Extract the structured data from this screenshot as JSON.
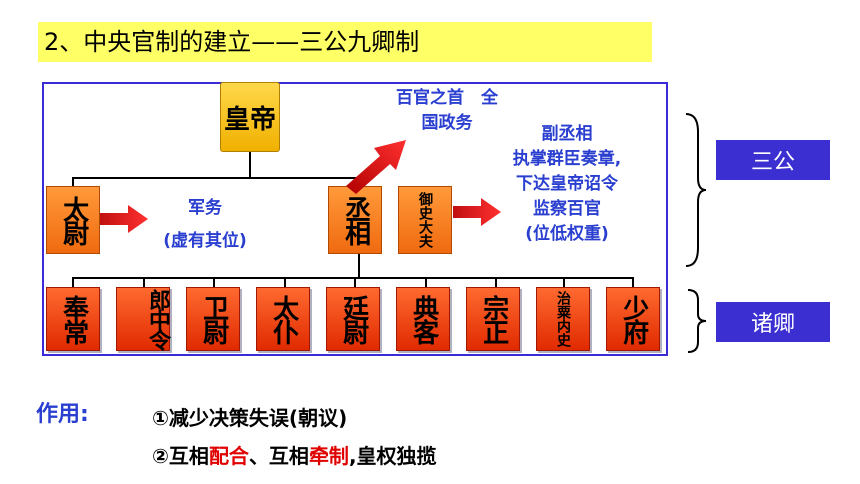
{
  "title": "2、中央官制的建立——三公九卿制",
  "emperor": "皇帝",
  "sangong": {
    "taiwei": "太尉",
    "chengxiang": "丞相",
    "yushidafu": "御史大夫"
  },
  "notes": {
    "taiwei_duty_1": "军务",
    "taiwei_duty_2": "(虚有其位)",
    "chengxiang_duty_1": "百官之首　全",
    "chengxiang_duty_2": "国政务",
    "yushi_duty_1": "副丞相",
    "yushi_duty_2": "执掌群臣奏章,",
    "yushi_duty_3": "下达皇帝诏令",
    "yushi_duty_4": "监察百官",
    "yushi_duty_5": "(位低权重)"
  },
  "jiuqing": [
    "奉常",
    "郎中令",
    "卫尉",
    "太仆",
    "廷尉",
    "典客",
    "宗正",
    "治粟内史",
    "少府"
  ],
  "side_labels": {
    "sangong": "三公",
    "jiuqing": "诸卿"
  },
  "role": {
    "label": "作用:",
    "line1": "①减少决策失误(朝议)",
    "line2_a": "②互相",
    "line2_b": "配合",
    "line2_c": "、互相",
    "line2_d": "牵制",
    "line2_e": ",皇权独揽"
  },
  "colors": {
    "title_bg": "#ffff66",
    "frame": "#3a2bd6",
    "blue_text": "#2a3fd0",
    "side_box": "#3b2fd2",
    "emphasis": "#e00000"
  }
}
